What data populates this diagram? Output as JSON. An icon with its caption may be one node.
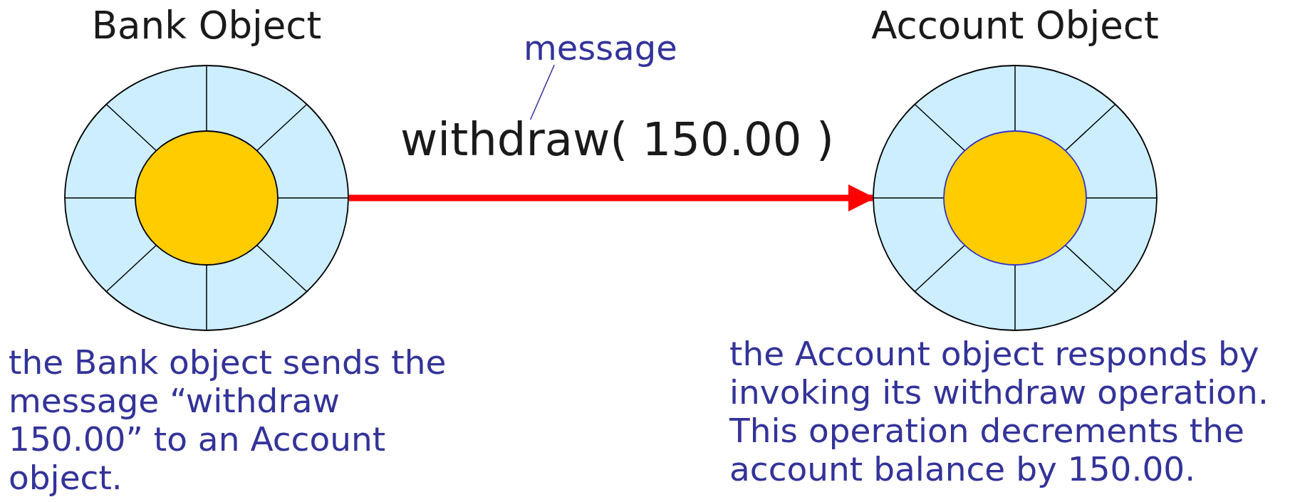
{
  "diagram": {
    "nodes": [
      {
        "text": [
          "Bank Object"
        ],
        "beside": [
          "the Bank object sends the message “withdraw 150.00” to an Account object."
        ]
      },
      {
        "text": [
          "Account Object"
        ],
        "beside": [
          "the Account object responds by invoking its withdraw operation. This operation decrements the account balance by 150.00."
        ]
      },
      {
        "text": [
          "message"
        ]
      },
      {
        "text": [
          "withdraw( 150.00 )"
        ]
      }
    ],
    "edges": [
      {
        "from": 0,
        "to": 1,
        "arrow": "to",
        "style": "thick",
        "color": "#ff0000"
      },
      {
        "from": 2,
        "to": 3,
        "arrow": "none",
        "color": "#333399"
      }
    ]
  }
}
